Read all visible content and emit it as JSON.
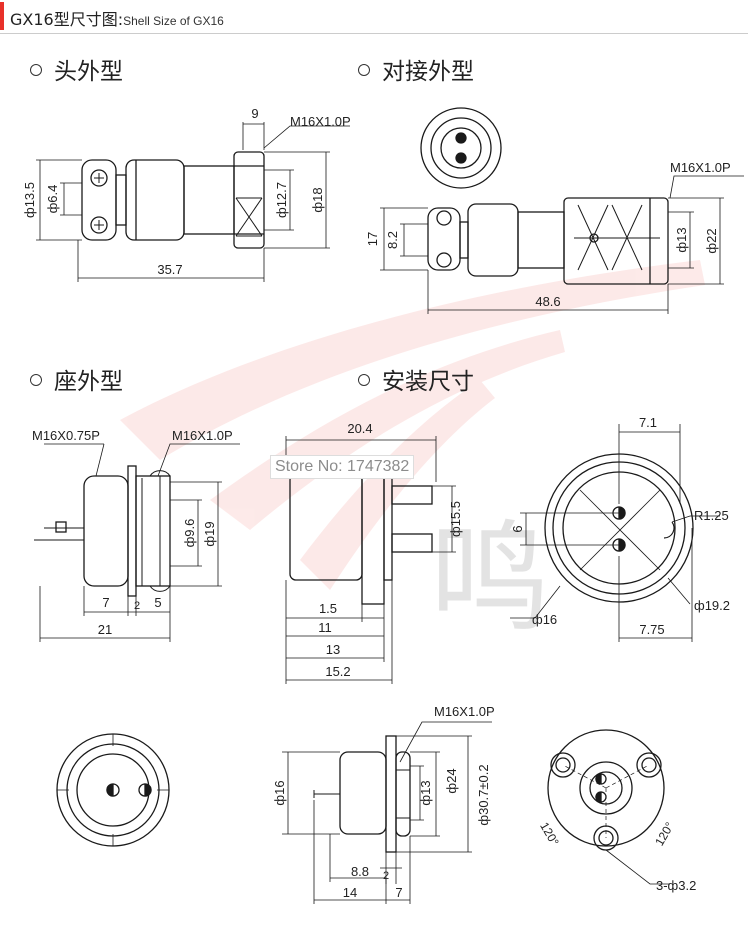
{
  "header": {
    "title_cn": "GX16型尺寸图:",
    "title_en": "Shell Size of GX16"
  },
  "sections": {
    "plug": "头外型",
    "mating": "对接外型",
    "socket": "座外型",
    "mounting": "安装尺寸"
  },
  "watermark": "Store No: 1747382",
  "plug_view": {
    "thread": "M16X1.0P",
    "d9": "9",
    "d13_5": "ф13.5",
    "d6_4": "ф6.4",
    "d12_7": "ф12.7",
    "d18": "ф18",
    "len": "35.7"
  },
  "mating_view": {
    "thread": "M16X1.0P",
    "d17": "17",
    "d8_2": "8.2",
    "d13": "ф13",
    "d22": "ф22",
    "len": "48.6"
  },
  "socket_view": {
    "thread_a": "M16X0.75P",
    "thread_b": "M16X1.0P",
    "d9_6": "ф9.6",
    "d19": "ф19",
    "d7": "7",
    "d2": "2",
    "d5": "5",
    "d21": "21"
  },
  "mount_side": {
    "d20_4": "20.4",
    "d15_5": "ф15.5",
    "d1_5": "1.5",
    "d11": "11",
    "d13": "13",
    "d15_2": "15.2"
  },
  "mount_front": {
    "d7_1": "7.1",
    "r1_25": "R1.25",
    "d6": "6",
    "d16": "ф16",
    "d19_2": "ф19.2",
    "d7_75": "7.75"
  },
  "bottom_side": {
    "thread": "M16X1.0P",
    "d16": "ф16",
    "d13": "ф13",
    "d24": "ф24",
    "d30_7": "ф30.7±0.2",
    "d2": "2",
    "d8_8": "8.8",
    "d14": "14",
    "d7": "7"
  },
  "bottom_flange": {
    "a1": "120°",
    "a2": "120°",
    "holes": "3-ф3.2"
  }
}
